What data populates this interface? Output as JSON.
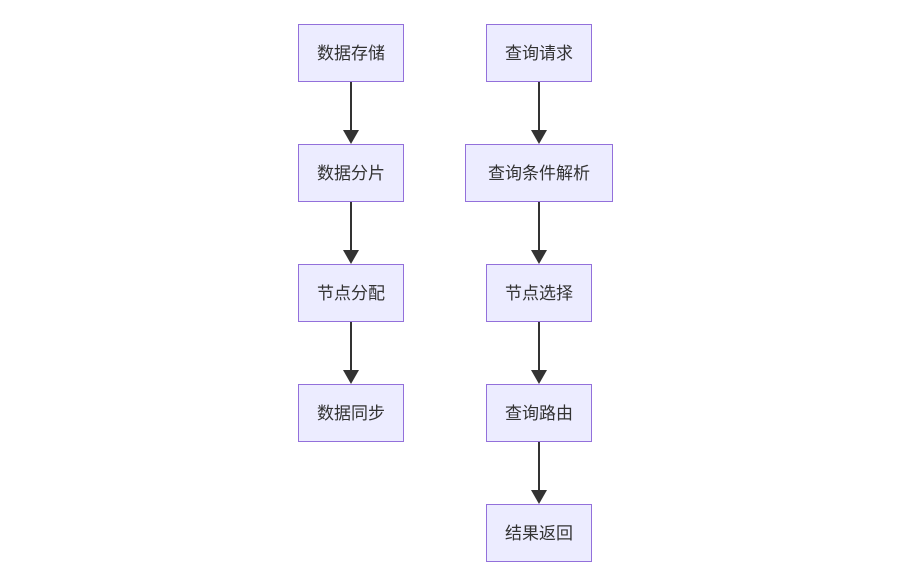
{
  "flowchart": {
    "diagram_type": "flowchart-top-down",
    "columns": [
      {
        "id": "storage-flow",
        "nodes": [
          {
            "id": "L1",
            "label": "数据存储"
          },
          {
            "id": "L2",
            "label": "数据分片"
          },
          {
            "id": "L3",
            "label": "节点分配"
          },
          {
            "id": "L4",
            "label": "数据同步"
          }
        ]
      },
      {
        "id": "query-flow",
        "nodes": [
          {
            "id": "R1",
            "label": "查询请求"
          },
          {
            "id": "R2",
            "label": "查询条件解析"
          },
          {
            "id": "R3",
            "label": "节点选择"
          },
          {
            "id": "R4",
            "label": "查询路由"
          },
          {
            "id": "R5",
            "label": "结果返回"
          }
        ]
      }
    ],
    "edges": [
      {
        "from": "数据存储",
        "to": "数据分片"
      },
      {
        "from": "数据分片",
        "to": "节点分配"
      },
      {
        "from": "节点分配",
        "to": "数据同步"
      },
      {
        "from": "查询请求",
        "to": "查询条件解析"
      },
      {
        "from": "查询条件解析",
        "to": "节点选择"
      },
      {
        "from": "节点选择",
        "to": "查询路由"
      },
      {
        "from": "查询路由",
        "to": "结果返回"
      }
    ],
    "colors": {
      "node_fill": "#ECECFF",
      "node_border": "#9370DB",
      "text": "#333333",
      "arrow": "#333333",
      "background": "#FFFFFF"
    }
  }
}
